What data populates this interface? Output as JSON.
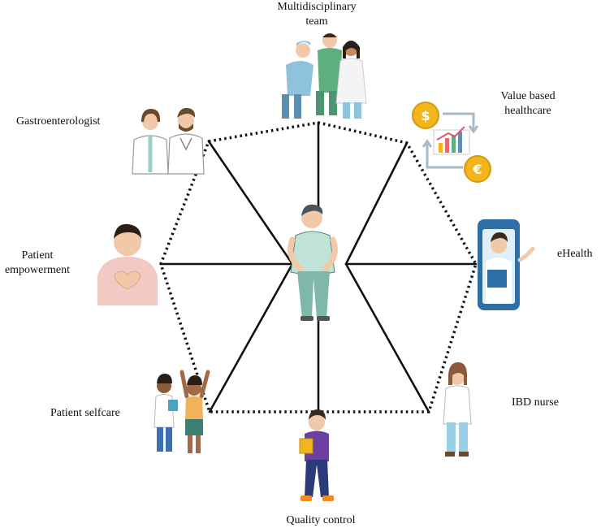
{
  "labels": {
    "multidisciplinary": [
      "Multidisciplinary",
      "team"
    ],
    "gastro": "Gastroenterologist",
    "value_based": [
      "Value based",
      "healthcare"
    ],
    "patient_empowerment": [
      "Patient",
      "empowerment"
    ],
    "ehealth": "eHealth",
    "patient_selfcare": "Patient selfcare",
    "ibd_nurse": "IBD nurse",
    "quality_control": "Quality control"
  },
  "colors": {
    "line": "#111111",
    "skin": "#f2c9a8",
    "hair": "#6b4a2b",
    "scrub_blue": "#8fc3dd",
    "scrub_green": "#5fae80",
    "white_coat": "#f4f4f4",
    "patient_shirt": "#bfe3d6",
    "patient_pants": "#7fb7a9",
    "pink": "#f3c9c3",
    "gold": "#f2b51c",
    "phone": "#2f6fa8",
    "purple": "#6d3fa0",
    "navy": "#2b3a78",
    "orange": "#f08a24"
  },
  "icons": [
    "medical-team-icon",
    "doctors-icon",
    "coins-chart-icon",
    "heart-hands-person-icon",
    "phone-doctor-icon",
    "nurse-icon",
    "patients-cheering-icon",
    "inspector-clipboard-icon",
    "patient-center-icon"
  ]
}
